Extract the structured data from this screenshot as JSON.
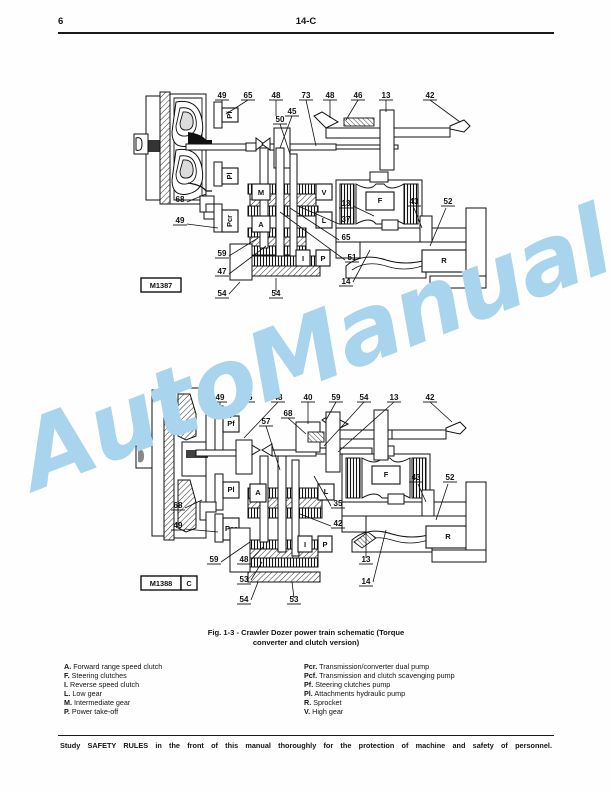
{
  "header": {
    "page_number": "6",
    "section": "14-C"
  },
  "watermark": {
    "text": "AutoManual",
    "color": "#a8d4ee"
  },
  "caption": {
    "line1": "Fig. 1-3 - Crawler Dozer power train schematic (Torque",
    "line2": "converter and clutch version)"
  },
  "legend": {
    "left": [
      {
        "key": "A.",
        "text": "Forward range speed clutch"
      },
      {
        "key": "F.",
        "text": "Steering clutches"
      },
      {
        "key": "I.",
        "text": "Reverse speed clutch"
      },
      {
        "key": "L.",
        "text": "Low gear"
      },
      {
        "key": "M.",
        "text": "Intermediate gear"
      },
      {
        "key": "P.",
        "text": "Power take-off"
      }
    ],
    "right": [
      {
        "key": "Pcr.",
        "text": "Transmission/converter dual pump"
      },
      {
        "key": "Pcf.",
        "text": "Transmission and clutch scavenging pump"
      },
      {
        "key": "Pf.",
        "text": "Steering clutches pump"
      },
      {
        "key": "Pl.",
        "text": "Attachments hydraulic pump"
      },
      {
        "key": "R.",
        "text": "Sprocket"
      },
      {
        "key": "V.",
        "text": "High gear"
      }
    ]
  },
  "footer": {
    "safety_note": "Study SAFETY RULES in the front of this manual thoroughly for the protection of machine and safety of personnel."
  },
  "figures": {
    "top": {
      "id_label": "M1387",
      "id_suffix": "",
      "callouts_top": [
        "49",
        "65",
        "48",
        "73",
        "48",
        "46",
        "13",
        "42"
      ],
      "callouts_inner": [
        "45",
        "50"
      ],
      "callouts_left": [
        "68",
        "49"
      ],
      "callouts_bottom": [
        "59",
        "47",
        "54",
        "54"
      ],
      "callouts_mid": [
        "13",
        "37",
        "65",
        "51",
        "14"
      ],
      "callouts_right": [
        "43",
        "52"
      ],
      "component_letters": [
        "Pf",
        "Pl",
        "Pcr",
        "M",
        "A",
        "V",
        "L",
        "I",
        "P",
        "F",
        "R"
      ]
    },
    "bottom": {
      "id_label": "M1388",
      "id_suffix": "C",
      "callouts_top": [
        "49",
        "65",
        "48",
        "40",
        "59",
        "54",
        "13",
        "42"
      ],
      "callouts_inner": [
        "68",
        "57"
      ],
      "callouts_left": [
        "68",
        "49"
      ],
      "callouts_bottom": [
        "59",
        "48",
        "53",
        "54",
        "53"
      ],
      "callouts_mid": [
        "35",
        "42",
        "13",
        "14"
      ],
      "callouts_right": [
        "43",
        "52"
      ],
      "component_letters": [
        "Pf",
        "Pl",
        "Pcr",
        "A",
        "L",
        "I",
        "P",
        "F",
        "R"
      ]
    }
  }
}
